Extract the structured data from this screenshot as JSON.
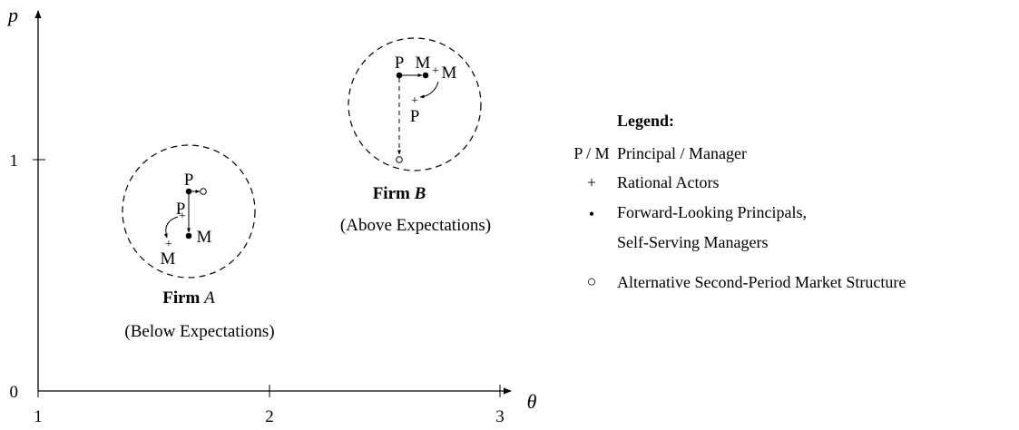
{
  "axes": {
    "x_label": "θ",
    "y_label": "p",
    "x_ticks": [
      "1",
      "2",
      "3"
    ],
    "y_ticks": [
      "0",
      "1"
    ]
  },
  "firm_a": {
    "title_prefix": "Firm ",
    "title_letter": "A",
    "subtitle": "(Below Expectations)",
    "labels": {
      "p_top": "P",
      "p_mid": "P",
      "m_dot": "M",
      "m_low": "M"
    }
  },
  "firm_b": {
    "title_prefix": "Firm ",
    "title_letter": "B",
    "subtitle": "(Above Expectations)",
    "labels": {
      "p_top": "P",
      "m_top": "M",
      "m_plus": "M",
      "p_plus": "P"
    }
  },
  "legend": {
    "title": "Legend:",
    "rows": [
      {
        "symbol": "P / M",
        "text": "Principal / Manager"
      },
      {
        "symbol": "+",
        "text": "Rational Actors"
      },
      {
        "symbol": "•",
        "text": "Forward-Looking Principals,"
      },
      {
        "symbol": "",
        "text": "Self-Serving Managers"
      },
      {
        "symbol": "○",
        "text": "Alternative Second-Period Market Structure"
      }
    ]
  },
  "colors": {
    "ink": "#000000",
    "background": "#ffffff"
  }
}
